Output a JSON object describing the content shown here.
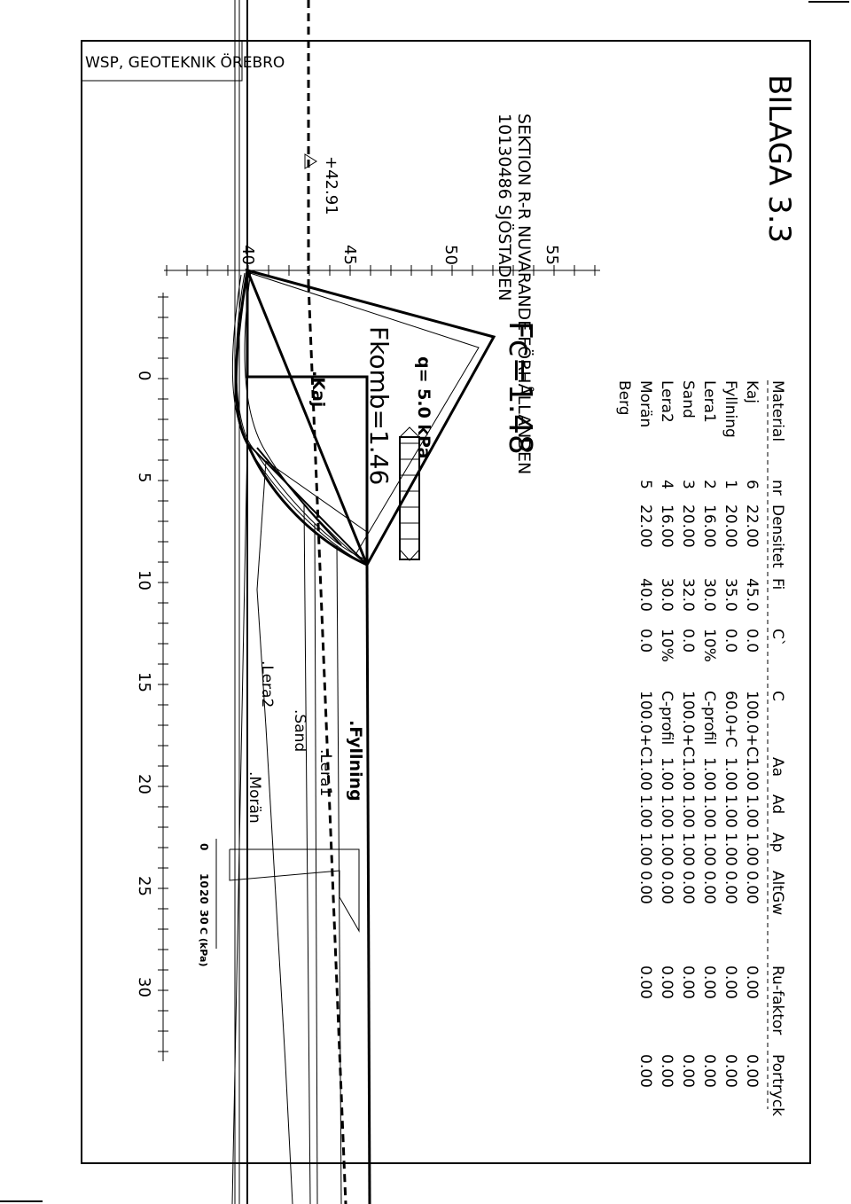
{
  "header": {
    "company": "WSP, GEOTEKNIK ÖREBRO",
    "appendix": "BILAGA 3.3",
    "project": "10130486 SJÖSTADEN",
    "section": "SEKTION R-R NUVARANDE FÖRHÅLLANDEN"
  },
  "level_marker": "+42.91",
  "elevation_ticks": [
    "40",
    "45",
    "50",
    "55"
  ],
  "distance_ticks": [
    "0",
    "5",
    "10",
    "15",
    "20",
    "25",
    "30"
  ],
  "results": {
    "fc": "Fc=1.48",
    "fkomb": "Fkomb=1.46",
    "load": "q= 5.0 kPa"
  },
  "layer_labels": {
    "kaj": ".Kaj",
    "fyllning": ".Fyllning",
    "lera1": ".Lera1",
    "sand": ".Sand",
    "lera2": ".Lera2",
    "moran": ".Morän"
  },
  "strength_axis": {
    "ticks": [
      "0",
      "10",
      "20",
      "30"
    ],
    "unit": "C (kPa)"
  },
  "material_table": {
    "headers": [
      "Material",
      "nr",
      "Densitet",
      "Fi",
      "C`",
      "C",
      "Aa",
      "Ad",
      "Ap",
      "AltGw",
      "Ru-faktor",
      "Portryck"
    ],
    "rows": [
      [
        "Kaj",
        "6",
        "22.00",
        "45.0",
        "0.0",
        "100.0+C",
        "1.00",
        "1.00",
        "1.00",
        "0.00",
        "0.00",
        "0.00"
      ],
      [
        "Fyllning",
        "1",
        "20.00",
        "35.0",
        "0.0",
        "60.0+C",
        "1.00",
        "1.00",
        "1.00",
        "0.00",
        "0.00",
        "0.00"
      ],
      [
        "Lera1",
        "2",
        "16.00",
        "30.0",
        "10%",
        "C-profil",
        "1.00",
        "1.00",
        "1.00",
        "0.00",
        "0.00",
        "0.00"
      ],
      [
        "Sand",
        "3",
        "20.00",
        "32.0",
        "0.0",
        "100.0+C",
        "1.00",
        "1.00",
        "1.00",
        "0.00",
        "0.00",
        "0.00"
      ],
      [
        "Lera2",
        "4",
        "16.00",
        "30.0",
        "10%",
        "C-profil",
        "1.00",
        "1.00",
        "1.00",
        "0.00",
        "0.00",
        "0.00"
      ],
      [
        "Morän",
        "5",
        "22.00",
        "40.0",
        "0.0",
        "100.0+C",
        "1.00",
        "1.00",
        "1.00",
        "0.00",
        "0.00",
        "0.00"
      ],
      [
        "Berg",
        "",
        "",
        "",
        "",
        "",
        "",
        "",
        "",
        "",
        "",
        ""
      ]
    ]
  }
}
